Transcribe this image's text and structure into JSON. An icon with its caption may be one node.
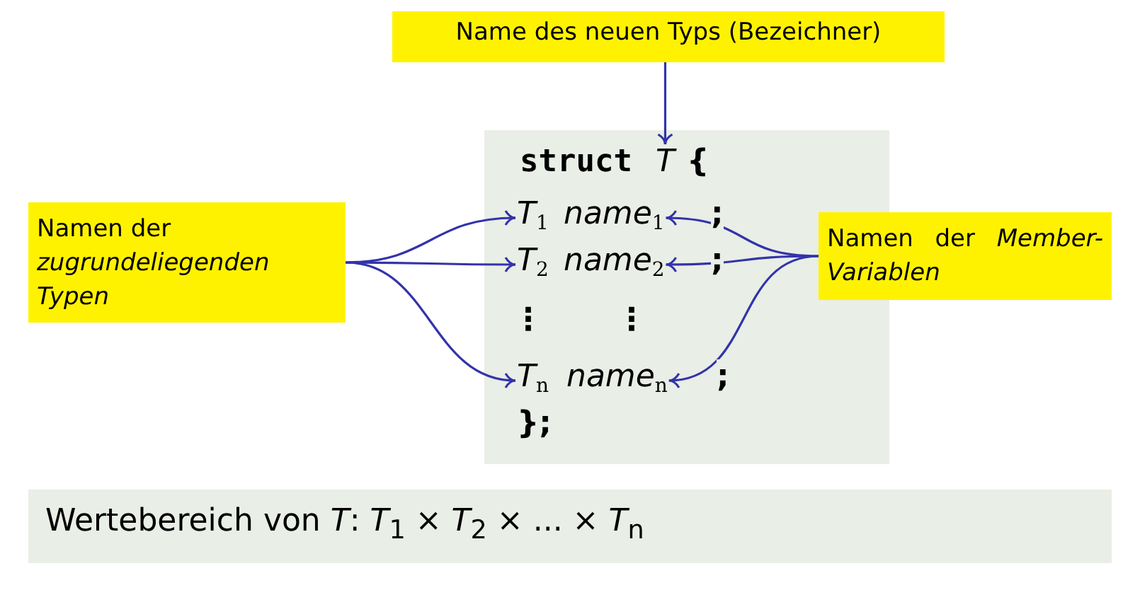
{
  "diagram": {
    "nodes": [
      {
        "text": [
          "Name des neuen Typs (Bezeichner)"
        ]
      },
      {
        "text": [],
        "shape": "box"
      },
      {
        "text": [
          "T"
        ],
        "in": 1
      },
      {
        "text": [
          "*T*$_{1}$"
        ],
        "in": 1
      },
      {
        "text": [
          "*name*$_{1}$"
        ],
        "in": 1
      },
      {
        "text": [
          "*T*$_{2}$"
        ],
        "in": 1
      },
      {
        "text": [
          "*name*$_{2}$"
        ],
        "in": 1
      },
      {
        "text": [
          "*T*$_{n}$"
        ],
        "in": 1
      },
      {
        "text": [
          "*name*$_{n}$"
        ],
        "in": 1
      },
      {
        "text": [
          "Namen der *zugrundeliegenden Typen*"
        ]
      },
      {
        "text": [
          "Namen der *Member-Variablen*"
        ]
      },
      {
        "text": [
          "Wertebereich von *T*: *T*$_{1}$ × *T*$_{2}$ × ... × *T*$_{n}$"
        ]
      }
    ],
    "edges": [
      {
        "from": 0,
        "to": 2,
        "arrow": "to"
      },
      {
        "from": 9,
        "to": 3,
        "arrow": "to"
      },
      {
        "from": 9,
        "to": 5,
        "arrow": "to"
      },
      {
        "from": 9,
        "to": 7,
        "arrow": "to"
      },
      {
        "from": 10,
        "to": 4,
        "arrow": "to"
      },
      {
        "from": 10,
        "to": 6,
        "arrow": "to"
      },
      {
        "from": 10,
        "to": 8,
        "arrow": "to"
      }
    ],
    "labels": [
      "struct",
      "{",
      ";",
      ";",
      "⋮",
      "⋮",
      ";",
      "};"
    ]
  }
}
